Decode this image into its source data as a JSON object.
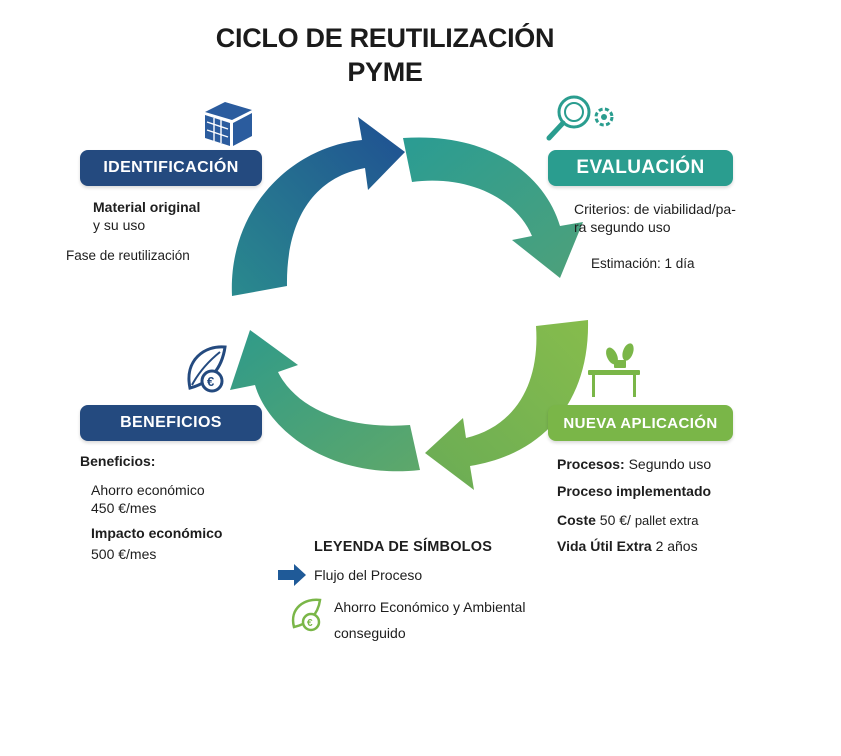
{
  "title_line1": "CICLO DE REUTILIZACIÓN",
  "title_line2": "PYME",
  "identificacion": {
    "label": "IDENTIFICACIÓN",
    "line1": "Material original",
    "line2": "y su uso",
    "line3": "Fase de reutilización"
  },
  "evaluacion": {
    "label": "EVALUACIÓN",
    "line1": "Criterios: de viabilidad/pa-",
    "line2": "ra segundo uso",
    "line3": "Estimación: 1 día"
  },
  "nueva_aplicacion": {
    "label": "NUEVA APLICACIÓN",
    "procesos_label": "Procesos:",
    "procesos_value": "Segundo uso",
    "proceso_impl": "Proceso implementado",
    "coste_label": "Coste",
    "coste_value": "50 €/",
    "coste_unit": "pallet extra",
    "vida_label": "Vida Útil Extra",
    "vida_value": "2 años"
  },
  "beneficios": {
    "label": "BENEFICIOS",
    "heading": "Beneficios:",
    "ahorro_label": "Ahorro económico",
    "ahorro_value": "450 €/mes",
    "impacto_label": "Impacto económico",
    "impacto_value": "500 €/mes"
  },
  "legend": {
    "title": "LEYENDA DE SÍMBOLOS",
    "flujo": "Flujo del Proceso",
    "ahorro_line1": "Ahorro Económico y Ambiental",
    "ahorro_line2": "conseguido"
  },
  "colors": {
    "navy": "#244a7f",
    "teal": "#2a9d8f",
    "green": "#7ab648",
    "arrow_blue": "#1f5a98"
  },
  "icons": [
    "box-icon",
    "magnifier-gear-icon",
    "plant-table-icon",
    "leaf-euro-icon"
  ]
}
